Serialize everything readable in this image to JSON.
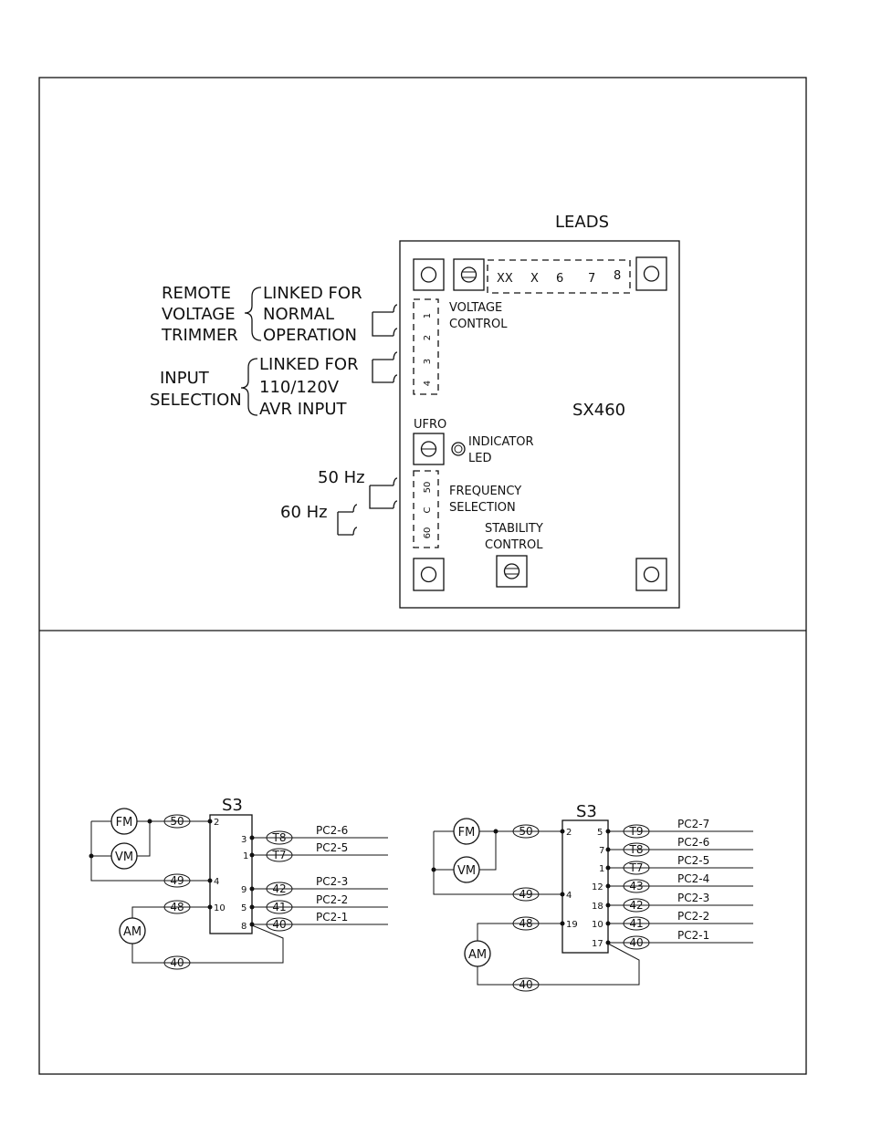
{
  "avr": {
    "leads_title": "LEADS",
    "terminal_labels": [
      "XX",
      "X",
      "6",
      "7",
      "8"
    ],
    "model": "SX460",
    "voltage_control": [
      "VOLTAGE",
      "CONTROL"
    ],
    "ufro": "UFRO",
    "indicator_led": [
      "INDICATOR",
      "LED"
    ],
    "frequency_selection": [
      "FREQUENCY",
      "SELECTION"
    ],
    "stability_control": [
      "STABILITY",
      "CONTROL"
    ],
    "pins_top": [
      "1",
      "2",
      "3",
      "4"
    ],
    "pins_freq": [
      "50",
      "C",
      "60"
    ],
    "remote_trimmer": [
      "REMOTE",
      "VOLTAGE",
      "TRIMMER"
    ],
    "linked_normal": [
      "LINKED FOR",
      "NORMAL",
      "OPERATION"
    ],
    "input_selection": [
      "INPUT",
      "SELECTION"
    ],
    "linked_input": [
      "LINKED FOR",
      "110/120V",
      "AVR INPUT"
    ],
    "hz50": "50 Hz",
    "hz60": "60 Hz"
  },
  "meter_left": {
    "switch": "S3",
    "meters": [
      "FM",
      "VM",
      "AM"
    ],
    "wires_left": [
      "50",
      "49",
      "48",
      "40"
    ],
    "switch_left_pins": [
      "2",
      "4",
      "10"
    ],
    "rows": [
      {
        "pin": "3",
        "wire": "T8",
        "pc": "PC2-6"
      },
      {
        "pin": "1",
        "wire": "T7",
        "pc": "PC2-5"
      },
      {
        "pin": "9",
        "wire": "42",
        "pc": "PC2-3"
      },
      {
        "pin": "5",
        "wire": "41",
        "pc": "PC2-2"
      },
      {
        "pin": "8",
        "wire": "40",
        "pc": "PC2-1"
      }
    ]
  },
  "meter_right": {
    "switch": "S3",
    "meters": [
      "FM",
      "VM",
      "AM"
    ],
    "wires_left": [
      "50",
      "49",
      "48",
      "40"
    ],
    "switch_left_pins": [
      "2",
      "4",
      "19"
    ],
    "rows": [
      {
        "pin": "5",
        "wire": "T9",
        "pc": "PC2-7"
      },
      {
        "pin": "7",
        "wire": "T8",
        "pc": "PC2-6"
      },
      {
        "pin": "1",
        "wire": "T7",
        "pc": "PC2-5"
      },
      {
        "pin": "12",
        "wire": "43",
        "pc": "PC2-4"
      },
      {
        "pin": "18",
        "wire": "42",
        "pc": "PC2-3"
      },
      {
        "pin": "10",
        "wire": "41",
        "pc": "PC2-2"
      },
      {
        "pin": "17",
        "wire": "40",
        "pc": "PC2-1"
      }
    ]
  }
}
